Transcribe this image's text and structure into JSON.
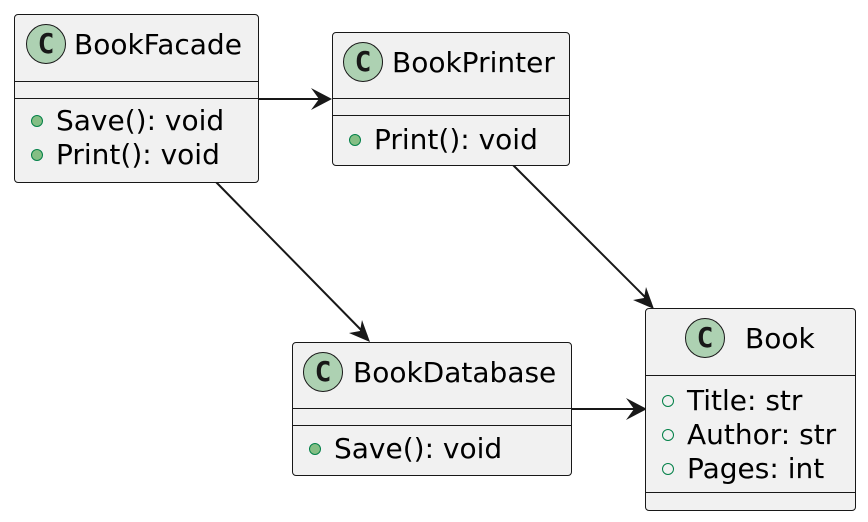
{
  "diagram": {
    "colors": {
      "class_fill": "#f1f1f1",
      "border": "#181818",
      "badge_fill": "#add1b2",
      "public_method_dot": "#84be84",
      "public_field_dot_border": "#038048"
    },
    "classes": {
      "book_facade": {
        "badge": "C",
        "name": "BookFacade",
        "methods": [
          "Save(): void",
          "Print(): void"
        ]
      },
      "book_printer": {
        "badge": "C",
        "name": "BookPrinter",
        "methods": [
          "Print(): void"
        ]
      },
      "book_database": {
        "badge": "C",
        "name": "BookDatabase",
        "methods": [
          "Save(): void"
        ]
      },
      "book": {
        "badge": "C",
        "name": "Book",
        "fields": [
          "Title: str",
          "Author: str",
          "Pages: int"
        ]
      }
    },
    "relations": [
      {
        "from": "BookFacade",
        "to": "BookPrinter",
        "type": "association-arrow"
      },
      {
        "from": "BookFacade",
        "to": "BookDatabase",
        "type": "association-arrow"
      },
      {
        "from": "BookPrinter",
        "to": "Book",
        "type": "association-arrow"
      },
      {
        "from": "BookDatabase",
        "to": "Book",
        "type": "association-arrow"
      }
    ]
  }
}
